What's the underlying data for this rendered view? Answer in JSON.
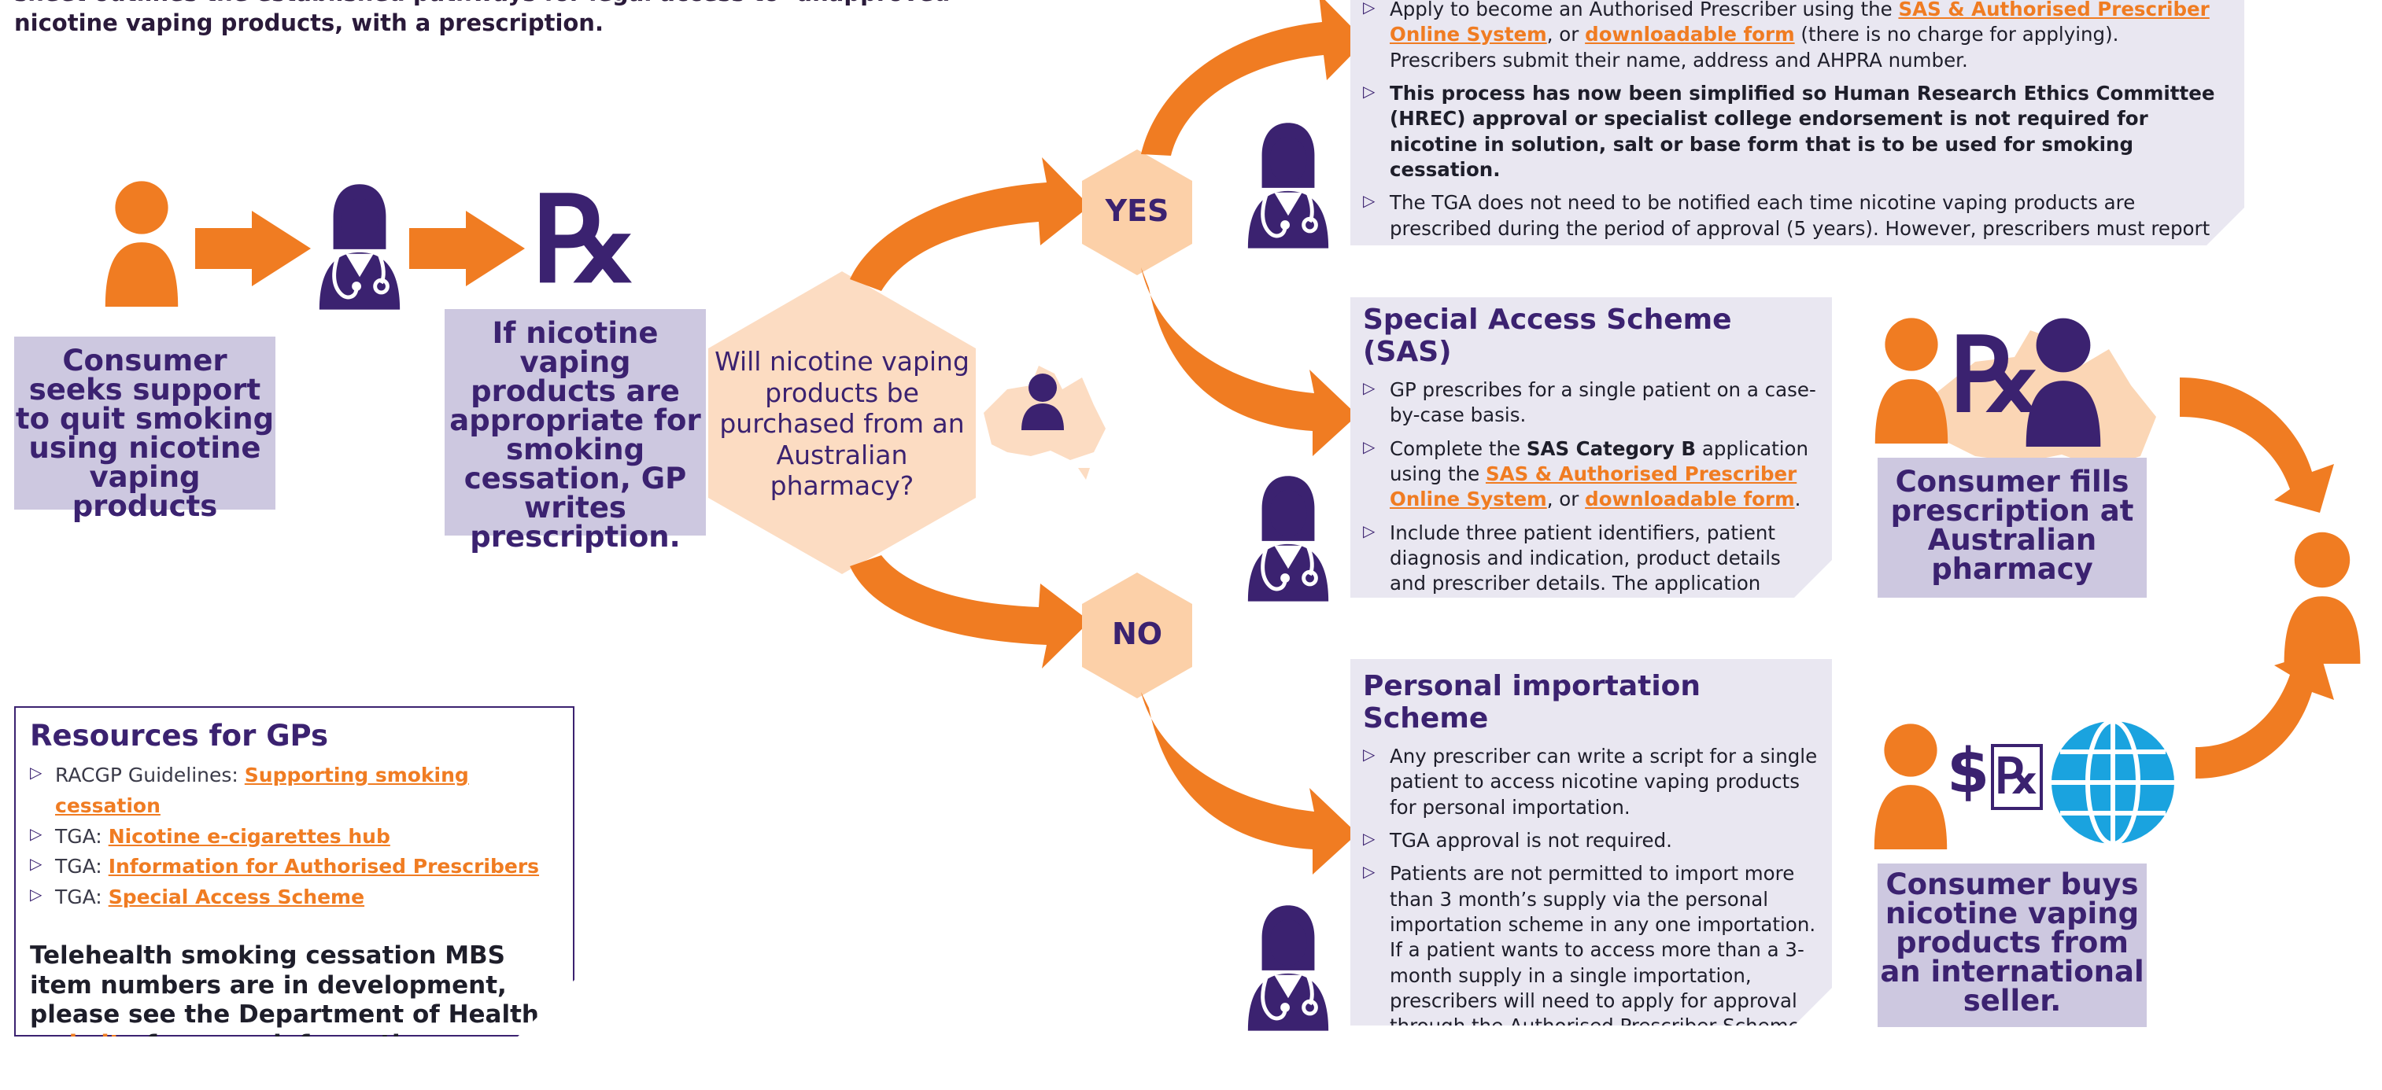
{
  "intro": "sheet outlines the established pathways for legal access to ‘unapproved’ nicotine vaping products, with a prescription.",
  "steps": {
    "consumer_seeks": "Consumer seeks support to quit smoking using nicotine vaping products",
    "gp_writes": "If nicotine vaping products are appropriate for smoking cessation, GP writes prescription."
  },
  "rx_symbol": "℞",
  "question": "Will nicotine vaping products be purchased from an Australian pharmacy?",
  "yes_label": "YES",
  "no_label": "NO",
  "authorised": {
    "b1_pre": "Apply to become an Authorised Prescriber using the ",
    "b1_link1": "SAS & Authorised Prescriber Online System",
    "b1_mid": ", or ",
    "b1_link2": "downloadable form",
    "b1_post": " (there is no charge for applying). Prescribers submit their name, address and AHPRA number.",
    "b2": "This process has now been simplified so Human Research Ethics Committee (HREC) approval or specialist college endorsement is not required for nicotine in solution, salt or base form that is to be used for smoking cessation.",
    "b3": "The TGA does not need to be notified each time nicotine vaping products are prescribed during the period of approval (5 years). However, prescribers must report to the TGA the number of patients they treat every 6 months."
  },
  "sas": {
    "title": "Special Access Scheme (SAS)",
    "b1": "GP prescribes for a single patient on a case-by-case basis.",
    "b2_pre": "Complete the ",
    "b2_strong": "SAS Category B",
    "b2_mid": " application using the ",
    "b2_link1": "SAS & Authorised Prescriber Online System",
    "b2_mid2": ", or ",
    "b2_link2": "downloadable form",
    "b2_post": ".",
    "b3": "Include three patient identifiers, patient diagnosis and indication, product details and prescriber details. The application requires clinical justification for the use of the product."
  },
  "personal": {
    "title": "Personal importation Scheme",
    "b1": "Any prescriber can write a script for a single patient to access nicotine vaping products for personal importation.",
    "b2": "TGA approval is not required.",
    "b3": "Patients are not permitted to import more than 3 month’s supply via the personal importation scheme in any one importation. If a patient wants to access more than a 3-month supply in a single importation, prescribers will need to apply for approval through the Authorised Prescriber Scheme or Special Access Scheme before providing the prescription."
  },
  "right": {
    "pharmacy": "Consumer fills prescription at Australian pharmacy",
    "international": "Consumer buys nicotine vaping products from an international seller.",
    "dollar": "$"
  },
  "resources": {
    "title": "Resources for GPs",
    "items": [
      {
        "prefix": "RACGP Guidelines: ",
        "link": "Supporting smoking cessation"
      },
      {
        "prefix": "TGA: ",
        "link": "Nicotine e-cigarettes hub"
      },
      {
        "prefix": "TGA: ",
        "link": "Information for Authorised Prescribers"
      },
      {
        "prefix": "TGA: ",
        "link": "Special Access Scheme"
      }
    ],
    "tele_pre": "Telehealth smoking cessation MBS item numbers are in development, please see the Department of Health ",
    "tele_link": "website",
    "tele_post": " for more information."
  },
  "colors": {
    "orange": "#f07c22",
    "purple": "#3b2270",
    "lilac": "#cdc8e0",
    "peach": "#fcdcc2",
    "panel": "#e9e7f1",
    "globe": "#1aa3df"
  },
  "icons": [
    "person-icon",
    "doctor-icon",
    "rx-icon",
    "australia-map-icon",
    "globe-icon",
    "arrow-icon"
  ]
}
